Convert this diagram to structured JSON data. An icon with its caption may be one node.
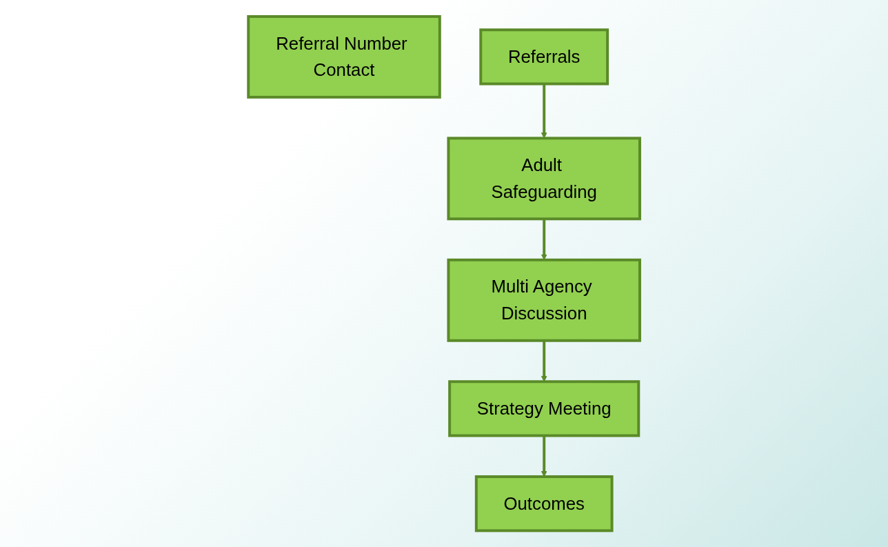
{
  "diagram": {
    "nodes": [
      {
        "text": [
          "Referral Number Contact"
        ]
      },
      {
        "text": [
          "Referrals"
        ]
      },
      {
        "text": [
          "Adult Safeguarding"
        ]
      },
      {
        "text": [
          "Multi Agency Discussion"
        ]
      },
      {
        "text": [
          "Strategy Meeting"
        ]
      },
      {
        "text": [
          "Outcomes"
        ]
      }
    ],
    "edges": [
      {
        "from": 1,
        "to": 2,
        "arrow": "to"
      },
      {
        "from": 2,
        "to": 3,
        "arrow": "to"
      },
      {
        "from": 3,
        "to": 4,
        "arrow": "to"
      },
      {
        "from": 4,
        "to": 5,
        "arrow": "to"
      }
    ]
  }
}
